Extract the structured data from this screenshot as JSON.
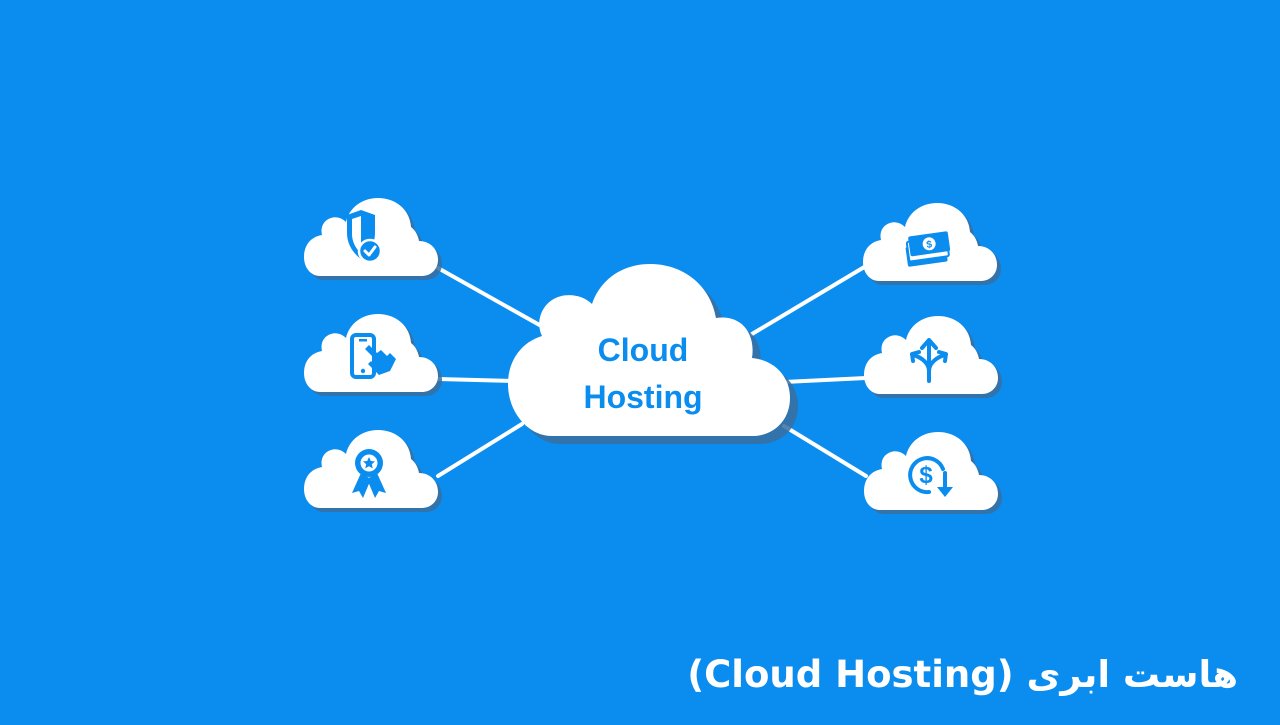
{
  "diagram": {
    "center": {
      "line1": "Cloud",
      "line2": "Hosting"
    },
    "nodes": [
      {
        "icon": "security-shield-check-icon"
      },
      {
        "icon": "mobile-touch-icon"
      },
      {
        "icon": "award-badge-icon"
      },
      {
        "icon": "money-bills-icon"
      },
      {
        "icon": "branching-arrows-scalability-icon"
      },
      {
        "icon": "dollar-cost-down-icon"
      }
    ]
  },
  "caption": "هاست ابری (Cloud Hosting)",
  "colors": {
    "background": "#0b8def",
    "cloud": "#ffffff",
    "shadow": "#3a6fa0",
    "accent": "#0b8def",
    "connector": "#ffffff"
  }
}
